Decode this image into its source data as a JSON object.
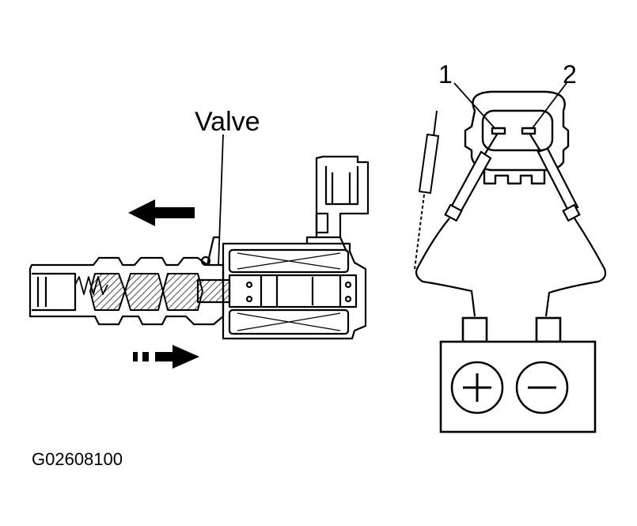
{
  "labels": {
    "valve": "Valve",
    "pin_1": "1",
    "pin_2": "2",
    "figure_code": "G02608100"
  },
  "battery": {
    "positive_symbol": "+",
    "negative_symbol": "−"
  },
  "colors": {
    "ink": "#000000",
    "background": "#ffffff"
  }
}
